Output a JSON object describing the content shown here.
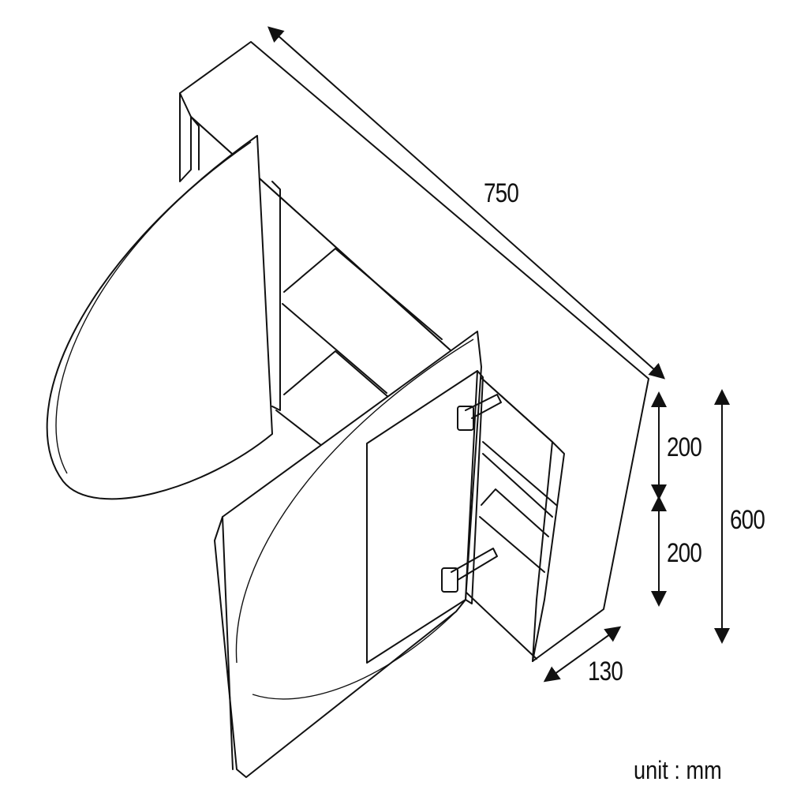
{
  "dimensions": {
    "width": "750",
    "shelf_upper": "200",
    "shelf_lower": "200",
    "height": "600",
    "depth": "130"
  },
  "unit_label": "unit : mm",
  "colors": {
    "line": "#111111",
    "background": "#ffffff"
  }
}
